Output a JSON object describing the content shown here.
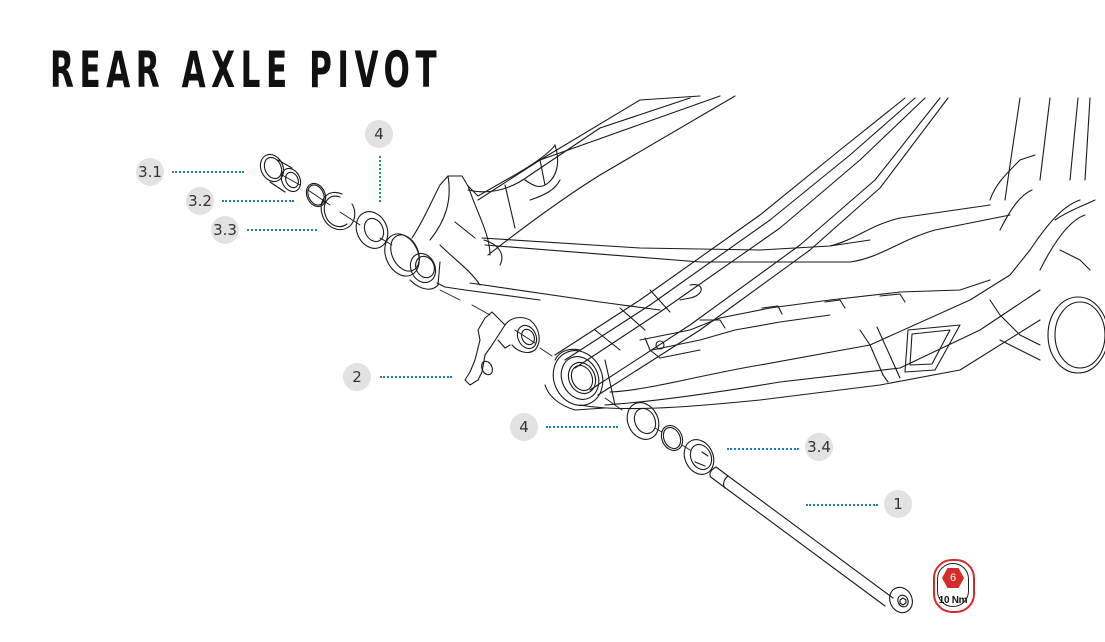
{
  "title": "REAR AXLE PIVOT",
  "callouts": {
    "c31": "3.1",
    "c32": "3.2",
    "c33": "3.3",
    "c4_top": "4",
    "c2": "2",
    "c4_bottom": "4",
    "c34": "3.4",
    "c1": "1"
  },
  "torque": {
    "tool_size": "6",
    "tool_icon": "hex-key-icon",
    "value": "10 Nm",
    "accent_color": "#d52b2b"
  },
  "leader_color": "#1c7dc0"
}
